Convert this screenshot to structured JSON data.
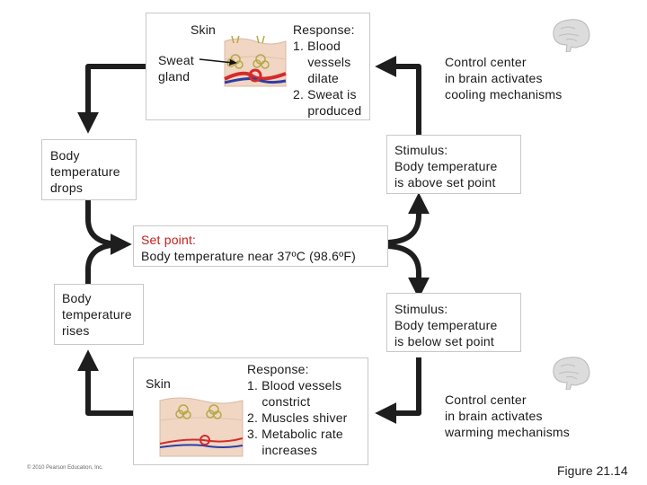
{
  "colors": {
    "arrow": "#1e1e1e",
    "setpoint_text": "#c8201a",
    "box_border": "#c8c8c8",
    "skin": "#f1d6c4",
    "vessel_red": "#d42b2b",
    "vessel_blue": "#2c3ea6",
    "gland": "#b5a946"
  },
  "top": {
    "skin_label": "Skin",
    "sweat_gland_label": "Sweat\ngland",
    "response": "Response:\n1. Blood\n    vessels\n    dilate\n2. Sweat is\n    produced",
    "control_center": "Control center\nin brain activates\ncooling mechanisms",
    "brain_icon": "brain-icon"
  },
  "left": {
    "drops": "Body\ntemperature\ndrops",
    "rises": "Body\ntemperature\nrises"
  },
  "right": {
    "stimulus_above": "Stimulus:\nBody temperature\nis above set point",
    "stimulus_below": "Stimulus:\nBody temperature\nis below set point"
  },
  "center": {
    "set_point": "Set point:\nBody temperature near 37ºC (98.6ºF)"
  },
  "bottom": {
    "skin_label": "Skin",
    "response": "Response:\n1. Blood vessels\n    constrict\n2. Muscles shiver\n3. Metabolic rate\n    increases",
    "control_center": "Control center\nin brain activates\nwarming mechanisms",
    "brain_icon": "brain-icon"
  },
  "footer": {
    "copyright": "© 2010 Pearson Education, Inc.",
    "figure": "Figure 21.14"
  }
}
